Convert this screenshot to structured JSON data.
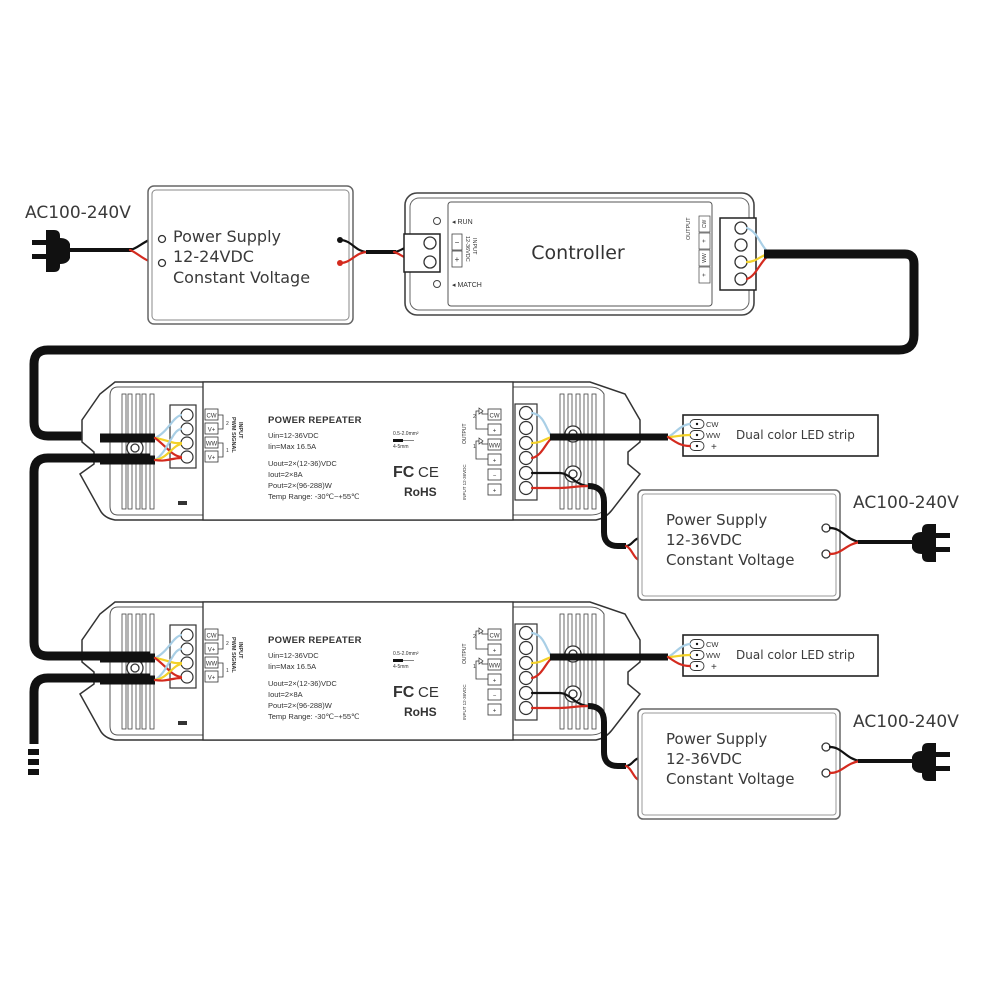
{
  "diagram": {
    "title": "Dual color LED strip wiring with power repeaters",
    "ac_label": "AC100-240V",
    "power_supply_main": {
      "line1": "Power Supply",
      "line2": "12-24VDC",
      "line3": "Constant Voltage"
    },
    "controller": {
      "title": "Controller",
      "run_label": "RUN",
      "match_label": "MATCH",
      "input_label": "INPUT",
      "input_voltage": "12-36VDC",
      "input_minus": "−",
      "input_plus": "+",
      "output_label": "OUTPUT",
      "output_terminals": [
        "CW",
        "+",
        "WW",
        "+"
      ]
    },
    "repeaters": [
      {
        "title": "POWER REPEATER",
        "uin": "Uin=12-36VDC",
        "iin": "Iin=Max 16.5A",
        "uout": "Uout=2×(12-36)VDC",
        "iout": "Iout=2×8A",
        "pout": "Pout=2×(96-288)W",
        "temp": "Temp Range: -30℃~+55℃",
        "input_label": "INPUT",
        "pwm_label": "PWM SIGNAL",
        "input_terminals": [
          "CW",
          "V+",
          "WW",
          "V+"
        ],
        "output_label": "OUTPUT",
        "output_terminals": [
          "CW",
          "+",
          "WW",
          "+"
        ],
        "dc_input_label": "INPUT 12-36VDC",
        "dc_terminals": [
          "−",
          "+"
        ],
        "wire_spec_top": "0.5-2.0mm²",
        "wire_spec_bottom": "4-5mm",
        "cert_fc": "FC",
        "cert_ce": "CE",
        "cert_rohs": "RoHS",
        "channel_1": "1",
        "channel_2": "2"
      },
      {
        "title": "POWER REPEATER",
        "uin": "Uin=12-36VDC",
        "iin": "Iin=Max 16.5A",
        "uout": "Uout=2×(12-36)VDC",
        "iout": "Iout=2×8A",
        "pout": "Pout=2×(96-288)W",
        "temp": "Temp Range: -30℃~+55℃",
        "input_label": "INPUT",
        "pwm_label": "PWM SIGNAL",
        "input_terminals": [
          "CW",
          "V+",
          "WW",
          "V+"
        ],
        "output_label": "OUTPUT",
        "output_terminals": [
          "CW",
          "+",
          "WW",
          "+"
        ],
        "dc_input_label": "INPUT 12-36VDC",
        "dc_terminals": [
          "−",
          "+"
        ],
        "wire_spec_top": "0.5-2.0mm²",
        "wire_spec_bottom": "4-5mm",
        "cert_fc": "FC",
        "cert_ce": "CE",
        "cert_rohs": "RoHS",
        "channel_1": "1",
        "channel_2": "2"
      }
    ],
    "led_strips": [
      {
        "label": "Dual color LED strip",
        "pins": [
          "CW",
          "WW",
          "+"
        ]
      },
      {
        "label": "Dual color LED strip",
        "pins": [
          "CW",
          "WW",
          "+"
        ]
      }
    ],
    "power_supplies_repeater": [
      {
        "line1": "Power Supply",
        "line2": "12-36VDC",
        "line3": "Constant Voltage",
        "ac_label": "AC100-240V"
      },
      {
        "line1": "Power Supply",
        "line2": "12-36VDC",
        "line3": "Constant Voltage",
        "ac_label": "AC100-240V"
      }
    ],
    "colors": {
      "cable": "#111111",
      "wire_red": "#d42a1e",
      "wire_black": "#111111",
      "wire_yellow": "#f3d22a",
      "wire_blue": "#a9cfe6",
      "outline": "#555555"
    }
  }
}
